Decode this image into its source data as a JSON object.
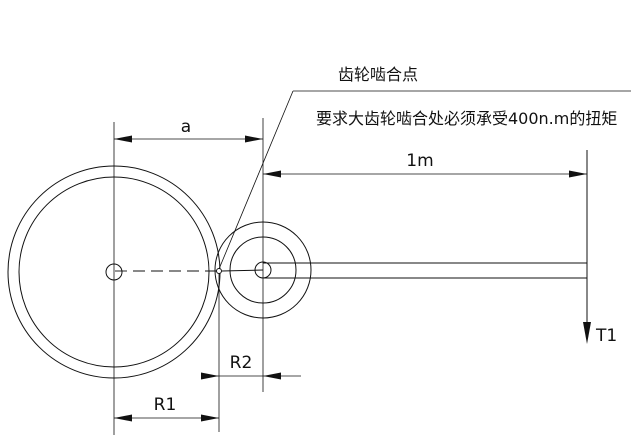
{
  "diagram": {
    "labels": {
      "mesh_point": "齿轮啮合点",
      "requirement": "要求大齿轮啮合处必须承受400n.m的扭矩",
      "distance_a": "a",
      "arm_length": "1m",
      "torque": "T1",
      "radius_small": "R2",
      "radius_large": "R1"
    }
  }
}
